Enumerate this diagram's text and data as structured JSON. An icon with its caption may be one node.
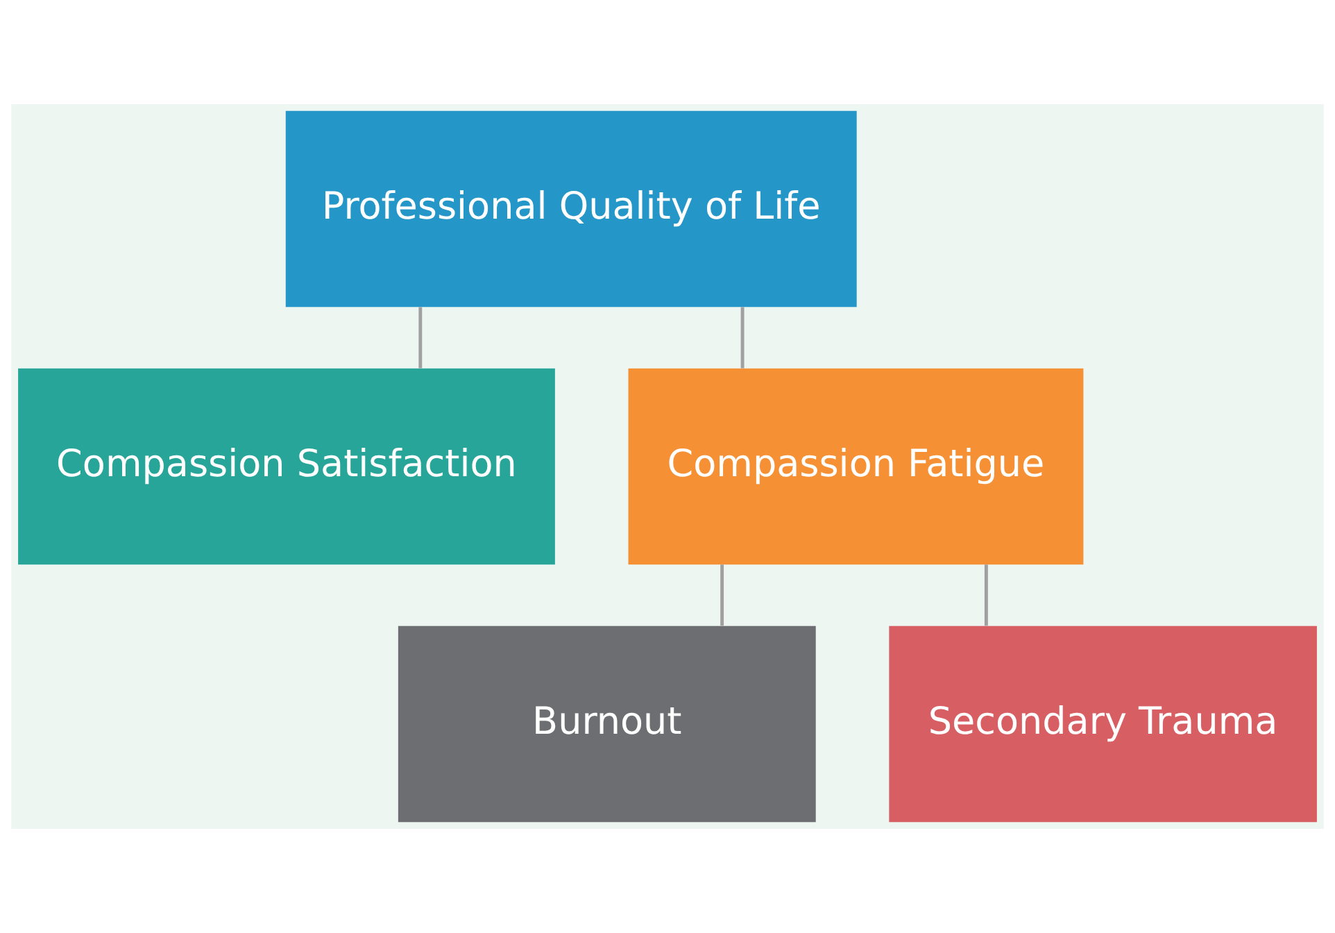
{
  "diagram": {
    "nodes": [
      {
        "text": [
          "Professional Quality of Life"
        ]
      },
      {
        "text": [
          "Compassion Satisfaction"
        ]
      },
      {
        "text": [
          "Compassion Fatigue"
        ]
      },
      {
        "text": [
          "Burnout"
        ]
      },
      {
        "text": [
          "Secondary Trauma"
        ]
      }
    ],
    "edges": [
      {
        "from": 0,
        "to": 1,
        "arrow": "none"
      },
      {
        "from": 0,
        "to": 2,
        "arrow": "none"
      },
      {
        "from": 2,
        "to": 3,
        "arrow": "none"
      },
      {
        "from": 2,
        "to": 4,
        "arrow": "none"
      }
    ]
  }
}
